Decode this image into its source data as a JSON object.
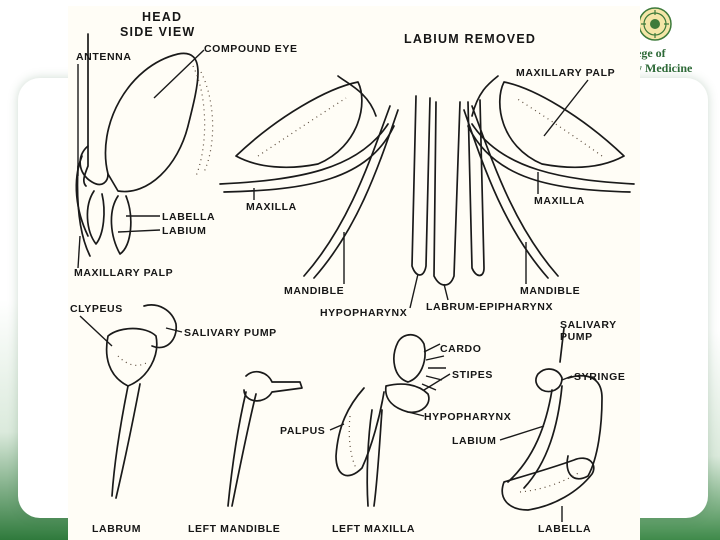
{
  "slide": {
    "college_line1": "ege of",
    "college_line2": "y Medicine",
    "logo_icon": "college-seal-icon",
    "accent_color": "#2f7a3c"
  },
  "diagram": {
    "header_head_1": "HEAD",
    "header_head_2": "SIDE VIEW",
    "header_labium": "LABIUM REMOVED",
    "labels": {
      "antenna": "ANTENNA",
      "compound_eye": "COMPOUND EYE",
      "labella_top": "LABELLA",
      "labium_top": "LABIUM",
      "maxillary_palp_left": "MAXILLARY PALP",
      "maxillary_palp_right": "MAXILLARY PALP",
      "maxilla_left": "MAXILLA",
      "maxilla_right": "MAXILLA",
      "mandible_left": "MANDIBLE",
      "mandible_right": "MANDIBLE",
      "hypopharynx_top": "HYPOPHARYNX",
      "labrum_epipharynx": "LABRUM-EPIPHARYNX",
      "clypeus": "CLYPEUS",
      "salivary_pump_left": "SALIVARY PUMP",
      "salivary_pump_right_1": "SALIVARY",
      "salivary_pump_right_2": "PUMP",
      "cardo": "CARDO",
      "stipes": "STIPES",
      "palpus": "PALPUS",
      "hypopharynx_bottom": "HYPOPHARYNX",
      "labium_bottom": "LABIUM",
      "syringe": "SYRINGE",
      "labrum_caption": "LABRUM",
      "left_mandible_caption": "LEFT MANDIBLE",
      "left_maxilla_caption": "LEFT MAXILLA",
      "labella_caption": "LABELLA"
    }
  }
}
